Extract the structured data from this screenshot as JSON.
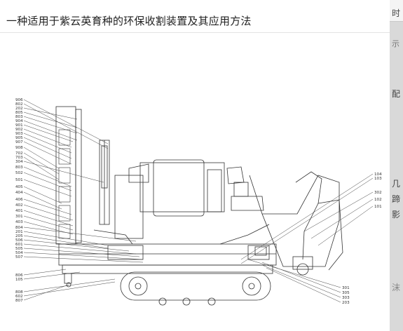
{
  "dialog": {
    "title": "一种适用于紫云英育种的环保收割装置及其应用方法"
  },
  "figure": {
    "left_labels": [
      "906",
      "802",
      "202",
      "805",
      "803",
      "904",
      "901",
      "902",
      "903",
      "905",
      "907",
      "908",
      "702",
      "703",
      "304",
      "803",
      "502",
      "501",
      "405",
      "404",
      "406",
      "402",
      "401",
      "301",
      "403",
      "804",
      "201",
      "205",
      "506",
      "601",
      "505",
      "504",
      "507",
      "806",
      "105",
      "808",
      "602",
      "807"
    ],
    "right_labels": [
      "104",
      "103",
      "302",
      "102",
      "101",
      "301",
      "305",
      "303",
      "203"
    ]
  },
  "background_fragments": [
    "时",
    "示",
    "配",
    "几",
    "蹄",
    "影",
    "沫"
  ]
}
